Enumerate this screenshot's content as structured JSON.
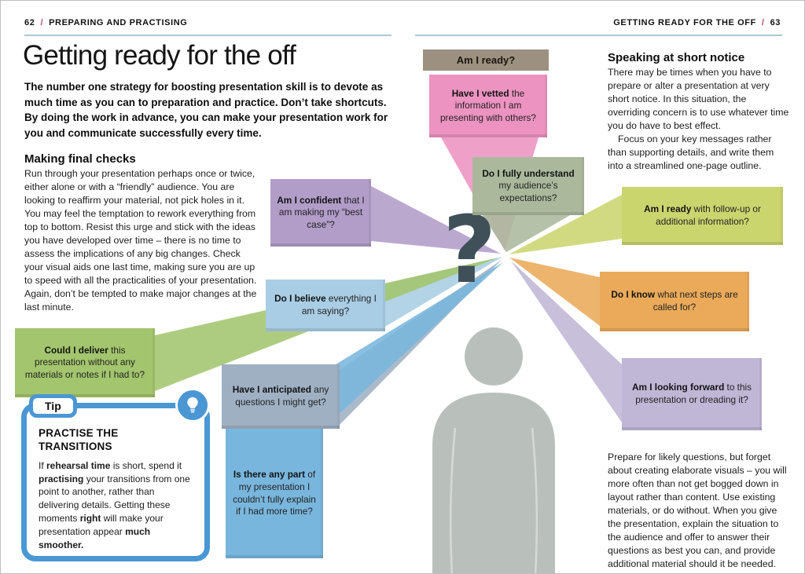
{
  "colors": {
    "rule": "#a9c9d5",
    "slash": "#b5485d",
    "tip_blue": "#4a97d4",
    "silhouette": "#b9c0bc",
    "question": "#3f5059"
  },
  "header": {
    "left_num": "62",
    "slash": "/",
    "left_title": "PREPARING AND PRACTISING",
    "right_title": "GETTING READY FOR THE OFF",
    "right_num": "63"
  },
  "left_page": {
    "title": "Getting ready for the off",
    "intro": "The number one strategy for boosting presentation skill is to devote as much time as you can to preparation and practice. Don’t take shortcuts. By doing the work in advance, you can make your presentation work for you and communicate successfully every time.",
    "checks_heading": "Making final checks",
    "checks_body": "Run through your presentation perhaps once or twice, either alone or with a “friendly” audience. You are looking to reaffirm your material, not pick holes in it. You may feel the temptation to rework everything from top to bottom. Resist this urge and stick with the ideas you have developed over time – there is no time to assess the implications of any big changes. Check your visual aids one last time, making sure you are up to speed with all the practicalities of your presentation. Again, don’t be tempted to make major changes at the last minute.",
    "tip": {
      "label": "Tip",
      "heading": "PRACTISE THE TRANSITIONS",
      "segments": [
        {
          "text": "If "
        },
        {
          "text": "rehearsal time",
          "bold": true
        },
        {
          "text": " is short, spend it "
        },
        {
          "text": "practising",
          "bold": true
        },
        {
          "text": " your transitions from one point to another, rather than delivering details. Getting these moments "
        },
        {
          "text": "right",
          "bold": true
        },
        {
          "text": " will make your presentation appear "
        },
        {
          "text": "much smoother.",
          "bold": true
        }
      ]
    }
  },
  "right_page": {
    "heading": "Speaking at short notice",
    "para1": "There may be times when you have to prepare or alter a presentation at very short notice. In this situation, the overriding concern is to use whatever time you do have to best effect.",
    "para2": "Focus on your key messages rather than supporting details, and write them into a streamlined one-page outline.",
    "bottom": "Prepare for likely questions, but forget about creating elaborate visuals – you will more often than not get bogged down in layout rather than content. Use existing materials, or do without. When you give the presentation, explain the situation to the audience and offer to answer their questions as best you can, and provide additional material should it be needed."
  },
  "diagram": {
    "ready_label": "Am I ready?",
    "ready_color": "#9c9180",
    "question_mark": "?",
    "boxes": [
      {
        "name": "vetted",
        "bold": "Have I vetted",
        "rest": " the information I am presenting with others?",
        "color": "#ec93c1"
      },
      {
        "name": "confident",
        "bold": "Am I confident",
        "rest": " that I am making my “best case”?",
        "color": "#b29cc8"
      },
      {
        "name": "understand",
        "bold": "Do I fully understand",
        "rest": " my audience’s expectations?",
        "color": "#abb89c"
      },
      {
        "name": "follow-up",
        "bold": "Am I ready",
        "rest": " with follow-up or additional information?",
        "color": "#cbd56e"
      },
      {
        "name": "next-steps",
        "bold": "Do I know",
        "rest": " what next steps are called for?",
        "color": "#eaaa5a"
      },
      {
        "name": "looking-forward",
        "bold": "Am I looking forward",
        "rest": " to this presentation or dreading it?",
        "color": "#c0b6d6"
      },
      {
        "name": "believe",
        "bold": "Do I believe",
        "rest": " everything I am saying?",
        "color": "#a9cde4"
      },
      {
        "name": "deliver",
        "bold": "Could I deliver",
        "rest": " this presentation without any materials or notes if I had to?",
        "color": "#a3c56d"
      },
      {
        "name": "anticipated",
        "bold": "Have I anticipated",
        "rest": " any questions I might get?",
        "color": "#9fb0c3"
      },
      {
        "name": "explain",
        "bold": "Is there any part",
        "rest": " of my presentation I couldn’t fully explain if I had more time?",
        "color": "#79b6dd"
      }
    ]
  }
}
